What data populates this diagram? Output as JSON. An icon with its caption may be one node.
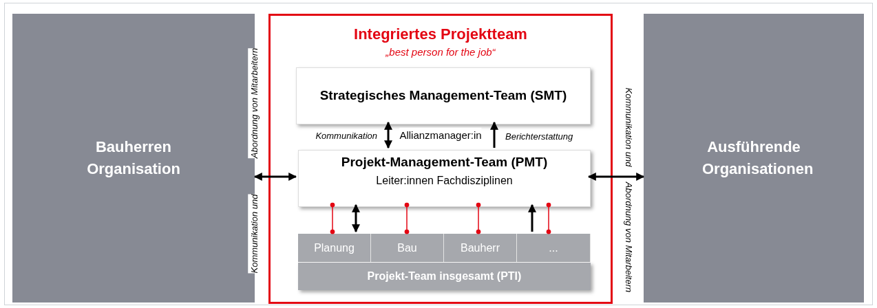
{
  "diagram": {
    "nodes": [
      {
        "text": [
          "Bauherren Organisation"
        ]
      },
      {
        "text": [
          "Integriertes Projektteam",
          "„best person for the job“"
        ]
      },
      {
        "text": [
          "Strategisches Management-Team (SMT)"
        ],
        "in": 1
      },
      {
        "text": [
          "Projekt-Management-Team (PMT)",
          "Leiter:innen Fachdisziplinen"
        ],
        "in": 1
      },
      {
        "text": [
          "Planung"
        ],
        "in": 1
      },
      {
        "text": [
          "Bau"
        ],
        "in": 1
      },
      {
        "text": [
          "Bauherr"
        ],
        "in": 1
      },
      {
        "text": [
          "..."
        ],
        "in": 1
      },
      {
        "text": [
          "Projekt-Team insgesamt (PTI)"
        ],
        "in": 1
      },
      {
        "text": [
          "Ausführende Organisationen"
        ]
      }
    ],
    "edges": [
      {
        "from": 0,
        "to": 3,
        "arrow": "both"
      },
      {
        "from": 3,
        "to": 9,
        "arrow": "both"
      },
      {
        "from": 2,
        "to": 3,
        "arrow": "both",
        "label": "Kommunikation"
      },
      {
        "from": 3,
        "to": 2,
        "arrow": "to",
        "label": "Berichterstattung"
      },
      {
        "from": 3,
        "to": 4,
        "arrow": "both"
      },
      {
        "from": 7,
        "to": 3,
        "arrow": "to"
      },
      {
        "from": 3,
        "to": 4,
        "arrow": "other",
        "color": "#e30613"
      },
      {
        "from": 3,
        "to": 5,
        "arrow": "other",
        "color": "#e30613"
      },
      {
        "from": 3,
        "to": 6,
        "arrow": "other",
        "color": "#e30613"
      },
      {
        "from": 3,
        "to": 7,
        "arrow": "other",
        "color": "#e30613"
      }
    ],
    "labels": [
      "Abordnung von Mitarbeitern",
      "Kommunikation und",
      "Allianzmanager:in",
      "Kommunikation und",
      "Abordnung von Mitarbeitern"
    ]
  }
}
